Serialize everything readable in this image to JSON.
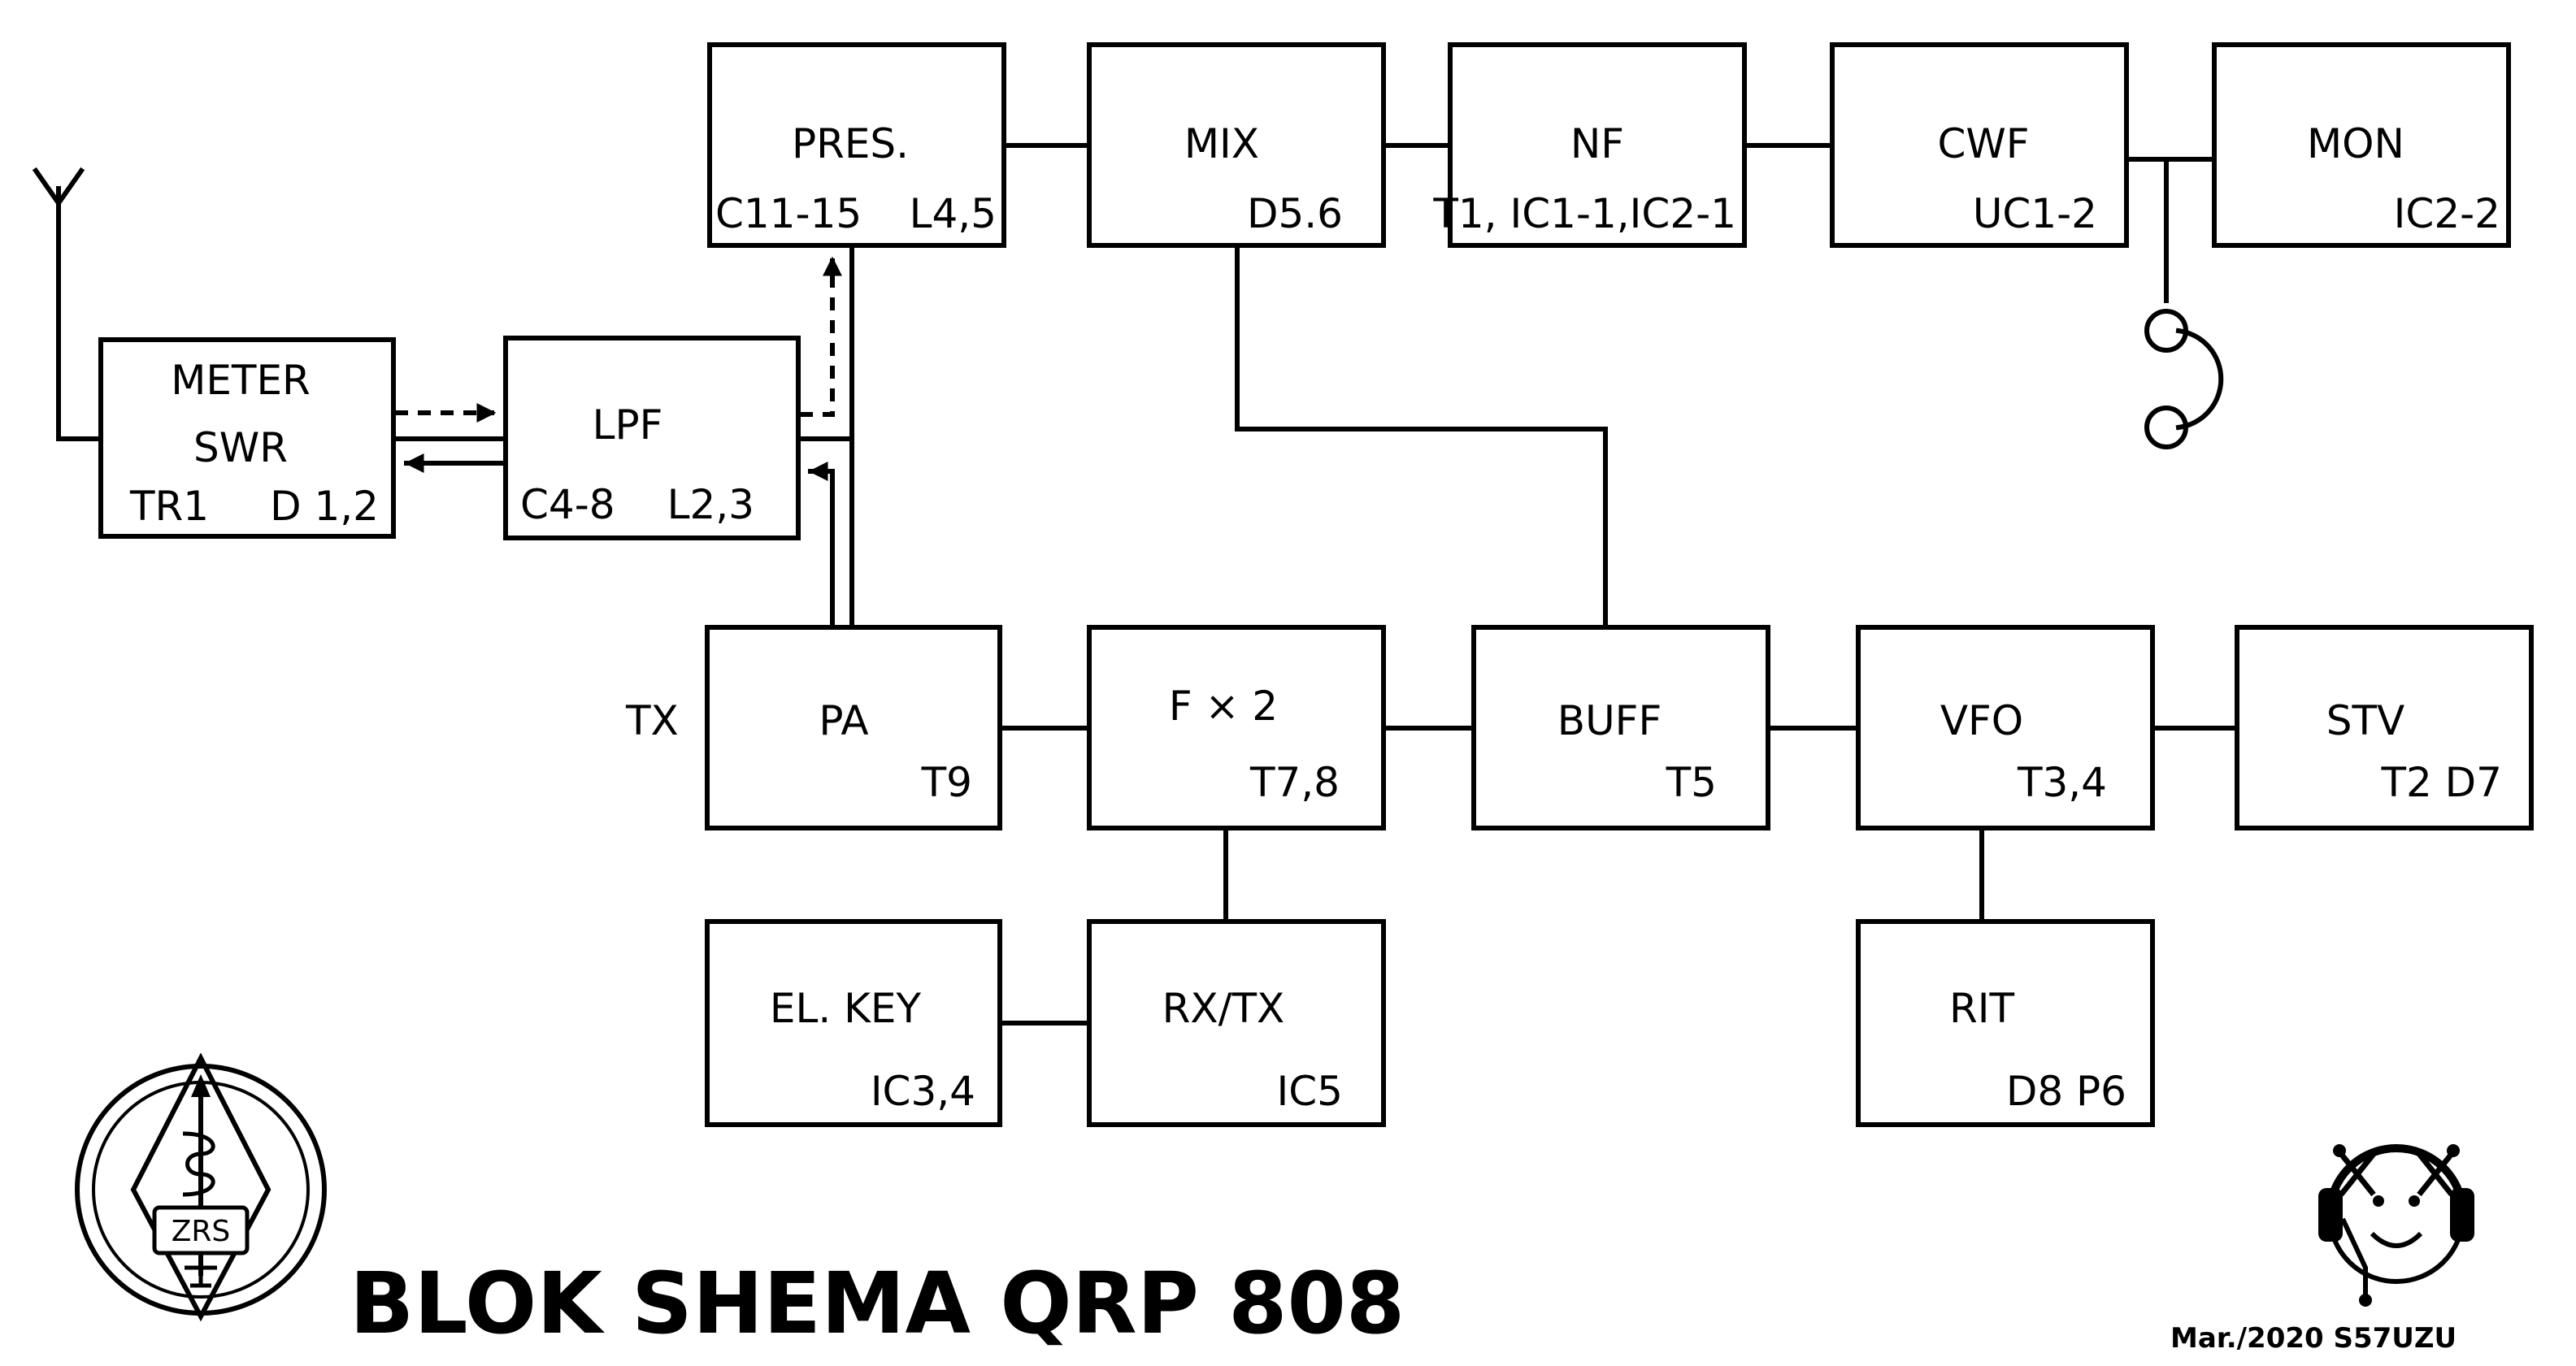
{
  "title": "BLOK SHEMA QRP 808",
  "footer": "Mar./2020  S57UZU",
  "logo_text": "ZRS",
  "tx_label": "TX",
  "blocks": {
    "meter": {
      "name": "METER",
      "name2": "SWR",
      "left": "TR1",
      "right": "D 1,2"
    },
    "lpf": {
      "name": "LPF",
      "left": "C4-8",
      "right": "L2,3"
    },
    "pres": {
      "name": "PRES.",
      "left": "C11-15",
      "right": "L4,5"
    },
    "mix": {
      "name": "MIX",
      "right": "D5.6"
    },
    "nf": {
      "name": "NF",
      "right": "T1, IC1-1,IC2-1"
    },
    "cwf": {
      "name": "CWF",
      "right": "UC1-2"
    },
    "mon": {
      "name": "MON",
      "right": "IC2-2"
    },
    "pa": {
      "name": "PA",
      "right": "T9"
    },
    "fx2": {
      "name": "F × 2",
      "right": "T7,8"
    },
    "buff": {
      "name": "BUFF",
      "right": "T5"
    },
    "vfo": {
      "name": "VFO",
      "right": "T3,4"
    },
    "stv": {
      "name": "STV",
      "right": "T2  D7"
    },
    "elkey": {
      "name": "EL. KEY",
      "right": "IC3,4"
    },
    "rxtx": {
      "name": "RX/TX",
      "right": "IC5"
    },
    "rit": {
      "name": "RIT",
      "right": "D8   P6"
    }
  }
}
